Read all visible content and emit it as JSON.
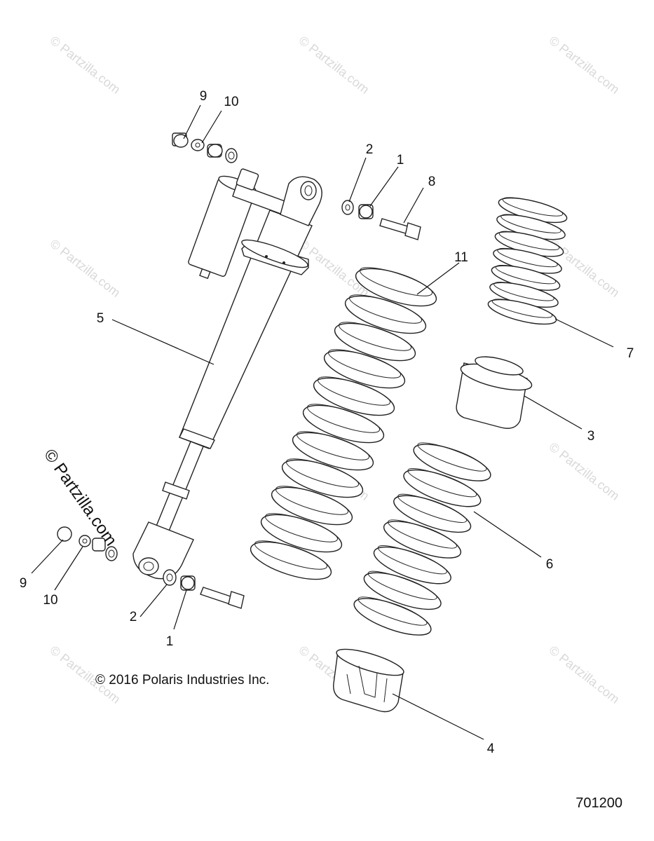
{
  "watermark_text": "© Partzilla.com",
  "side_watermark_text": "© Partzilla.com",
  "copyright": "© 2016 Polaris Industries Inc.",
  "drawing_number": "701200",
  "callouts": {
    "c9_top": "9",
    "c10_top": "10",
    "c2_top": "2",
    "c1_top": "1",
    "c8": "8",
    "c11": "11",
    "c5": "5",
    "c7": "7",
    "c3": "3",
    "c6": "6",
    "c9_bottom": "9",
    "c10_bottom": "10",
    "c2_bottom": "2",
    "c1_bottom": "1",
    "c4": "4"
  }
}
